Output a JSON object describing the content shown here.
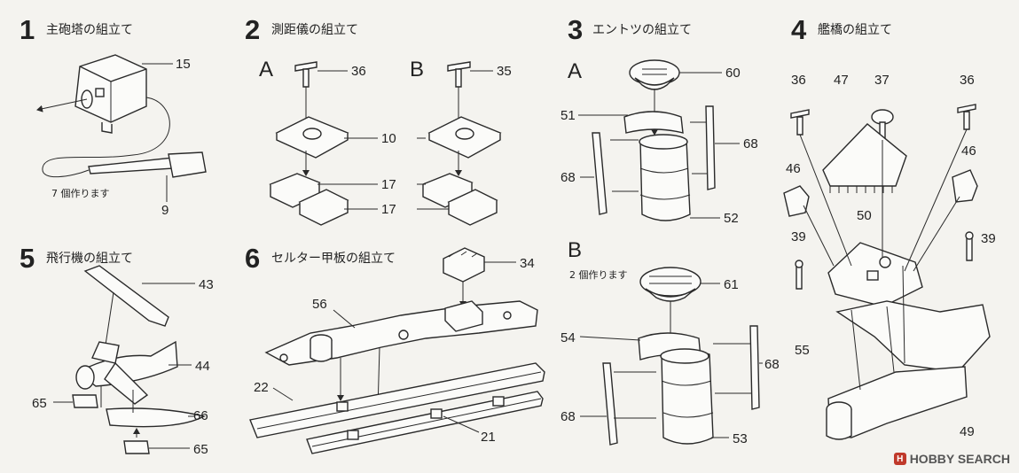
{
  "steps": [
    {
      "num": "1",
      "title": "主砲塔の組立て",
      "note": "7 個作ります",
      "parts": [
        "15",
        "9"
      ]
    },
    {
      "num": "2",
      "title": "測距儀の組立て",
      "variants": [
        "A",
        "B"
      ],
      "parts_a": [
        "36",
        "10",
        "17",
        "17"
      ],
      "parts_b": [
        "35"
      ]
    },
    {
      "num": "3",
      "title": "エントツの組立て",
      "variants": [
        "A",
        "B"
      ],
      "note_b": "2 個作ります",
      "parts_a": [
        "60",
        "51",
        "68",
        "68",
        "52"
      ],
      "parts_b": [
        "61",
        "54",
        "68",
        "68",
        "53"
      ]
    },
    {
      "num": "4",
      "title": "艦橋の組立て",
      "parts": [
        "36",
        "47",
        "37",
        "36",
        "46",
        "46",
        "50",
        "39",
        "39",
        "55",
        "49"
      ]
    },
    {
      "num": "5",
      "title": "飛行機の組立て",
      "parts": [
        "43",
        "44",
        "65",
        "66",
        "65"
      ]
    },
    {
      "num": "6",
      "title": "セルター甲板の組立て",
      "parts": [
        "34",
        "56",
        "22",
        "21"
      ]
    }
  ],
  "watermark": {
    "icon": "H",
    "text": "HOBBY SEARCH"
  }
}
